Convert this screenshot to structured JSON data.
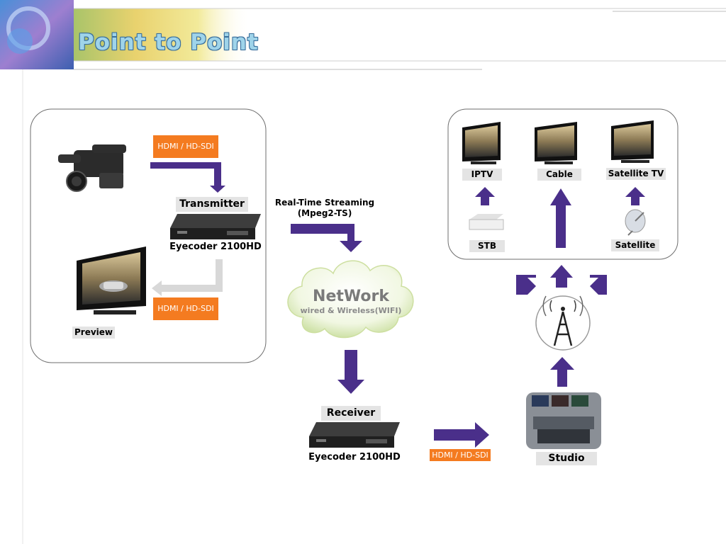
{
  "slide": {
    "title": "Point to Point"
  },
  "diagram": {
    "source_panel": {
      "input_signal": "HDMI / HD-SDI",
      "transmitter_label": "Transmitter",
      "transmitter_device": "Eyecoder 2100HD",
      "output_signal": "HDMI / HD-SDI",
      "preview_label": "Preview"
    },
    "stream": {
      "line1": "Real-Time Streaming",
      "line2": "(Mpeg2-TS)"
    },
    "network": {
      "title": "NetWork",
      "subtitle": "wired & Wireless(WIFI)"
    },
    "receiver": {
      "label": "Receiver",
      "device": "Eyecoder 2100HD",
      "output_signal": "HDMI / HD-SDI"
    },
    "studio": {
      "label": "Studio"
    },
    "distribution": {
      "iptv": "IPTV",
      "cable": "Cable",
      "satellite_tv": "Satellite TV",
      "stb": "STB",
      "satellite": "Satellite"
    },
    "colors": {
      "arrow_purple": "#4a2f8a",
      "arrow_grey": "#d8d8d8",
      "orange": "#f47b20",
      "label_grey": "#e4e4e4",
      "title_blue": "#9fd4ea"
    }
  }
}
